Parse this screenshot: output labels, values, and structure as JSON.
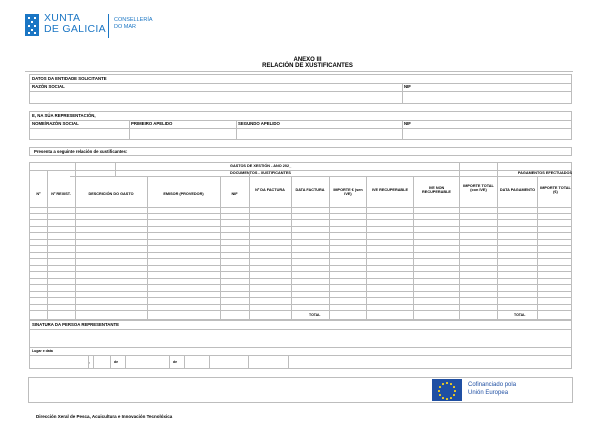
{
  "header": {
    "logo": {
      "line1": "XUNTA",
      "line2": "DE GALICIA",
      "dept_line1": "CONSELLERÍA",
      "dept_line2": "DO MAR",
      "brand_color": "#1b76c4"
    },
    "title_line1": "ANEXO III",
    "title_line2": "RELACIÓN DE XUSTIFICANTES"
  },
  "applicant": {
    "section_title": "DATOS DA ENTIDADE SOLICITANTE",
    "razon_social_label": "RAZÓN SOCIAL",
    "nif_label": "NIF",
    "razon_social_value": "",
    "nif_value": ""
  },
  "representative": {
    "section_title": "E, NA SÚA REPRESENTACIÓN,",
    "nome_label": "NOME/RAZÓN SOCIAL",
    "primeiro_apelido_label": "PRIMEIRO APELIDO",
    "segundo_apelido_label": "SEGUNDO APELIDO",
    "nif_label": "NIF"
  },
  "presents_text": "Presenta a seguinte relación de xustificantes:",
  "table": {
    "group_title": "GASTOS DE XESTIÓN - ANO 202_",
    "subgroup_invoices": "DOCUMENTOS - XUSTIFICANTES",
    "subgroup_payments": "PAGAMENTOS EFECTUADOS",
    "columns": [
      "Nº",
      "Nº REXIST.",
      "DESCRICIÓN DO GASTO",
      "EMISOR (PROVEDOR)",
      "NIF",
      "Nº DA FACTURA",
      "DATA FACTURA",
      "IMPORTE € (sen IVE)",
      "IVE RECUPERABLE",
      "IVE NON RECUPERABLE",
      "IMPORTE TOTAL (con IVE)",
      "DATA PAGAMENTO",
      "IMPORTE TOTAL (€)"
    ],
    "row_count": 16,
    "total_label_1": "TOTAL",
    "total_label_2": "TOTAL"
  },
  "signature": {
    "section_title": "SINATURA DA PERSOA REPRESENTANTE",
    "place_date_label": "Lugar e data",
    "comma": ",",
    "de1": "de",
    "de2": "de"
  },
  "eu": {
    "line1": "Cofinanciado pola",
    "line2": "Unión Europea",
    "flag_color": "#1f4fa3",
    "star_color": "#ffd617"
  },
  "footer": "Dirección Xeral de Pesca, Acuicultura e Innovación Tecnolóxica"
}
